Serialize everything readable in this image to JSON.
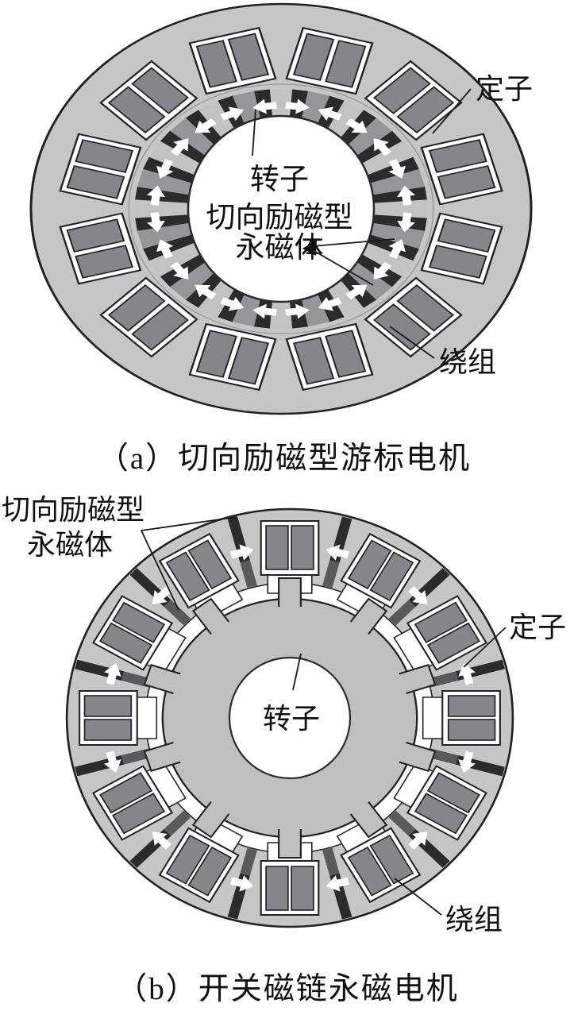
{
  "panel_a": {
    "caption": "（a）切向励磁型游标电机",
    "center_lines": [
      "转子",
      "切向励磁型",
      "永磁体"
    ],
    "label_stator": "定子",
    "label_winding": "绕组",
    "structure": {
      "stator_slots": 12,
      "coil_sides_per_slot": 2,
      "rotor_magnet_count": 24,
      "rotor_pole_count": 24
    }
  },
  "panel_b": {
    "caption": "（b）开关磁链永磁电机",
    "label_magnet_line1": "切向励磁型",
    "label_magnet_line2": "永磁体",
    "label_stator": "定子",
    "label_rotor": "转子",
    "label_winding": "绕组",
    "structure": {
      "stator_slots": 12,
      "coil_sides_per_slot": 2,
      "stator_magnet_count": 12,
      "rotor_teeth": 10
    }
  },
  "colors": {
    "background": "#ffffff",
    "stator": "#c6c6c8",
    "winding": "#85858a",
    "magnet_dark": "#2b2b2d",
    "magnet_inner": "#5a5a5e",
    "rotor_pole": "#96969a",
    "rotor_pole_light": "#c3c3c5",
    "rotor_body": "#bfbfc1",
    "outline": "#222222",
    "leader": "#1a1a1a",
    "arrow": "#ffffff",
    "text": "#111111"
  }
}
